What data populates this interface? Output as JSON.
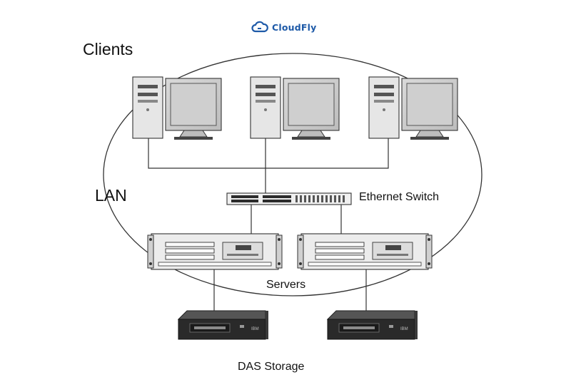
{
  "brand": {
    "name": "CloudFly",
    "icon": "cloud-icon",
    "color": "#1e5aa8"
  },
  "labels": {
    "clients": "Clients",
    "lan": "LAN",
    "ethernet_switch": "Ethernet Switch",
    "servers": "Servers",
    "das_storage": "DAS Storage"
  },
  "components": {
    "clients": [
      "client-pc",
      "client-pc",
      "client-pc"
    ],
    "servers": [
      "rack-server",
      "rack-server"
    ],
    "storage": [
      "tape-drive",
      "tape-drive"
    ],
    "storage_badge": "IBM"
  }
}
